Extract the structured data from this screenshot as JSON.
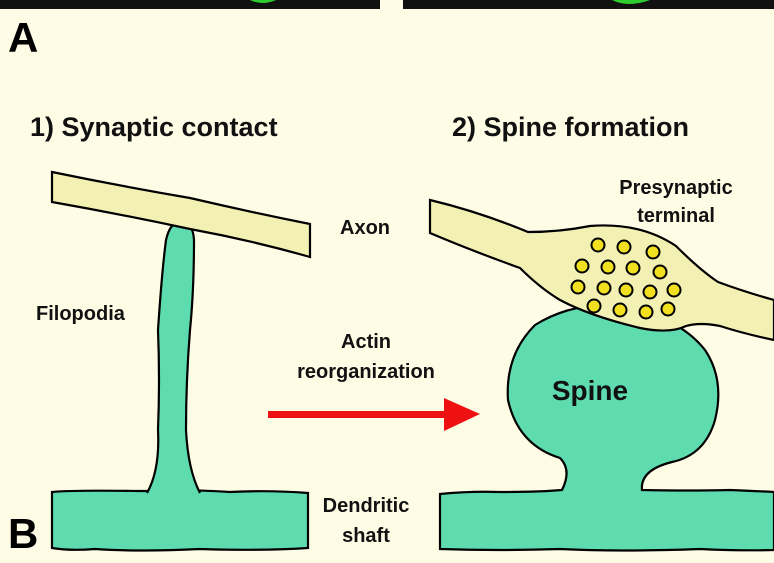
{
  "panel_letters": {
    "top": "A",
    "bottom": "B"
  },
  "stages": {
    "left_title": "1) Synaptic contact",
    "right_title": "2) Spine formation"
  },
  "labels": {
    "axon": "Axon",
    "filopodia": "Filopodia",
    "presynaptic_line1": "Presynaptic",
    "presynaptic_line2": "terminal",
    "actin_line1": "Actin",
    "actin_line2": "reorganization",
    "spine": "Spine",
    "dendritic_line1": "Dendritic",
    "dendritic_line2": "shaft"
  },
  "colors": {
    "background": "#fffce6",
    "top_strip": "#111111",
    "top_strip_green": "#2ecc2e",
    "axon_fill": "#f3f0b4",
    "dendrite_fill": "#5edcb0",
    "vesicle_fill": "#f0e020",
    "arrow": "#ee1111",
    "outline": "#000000"
  }
}
